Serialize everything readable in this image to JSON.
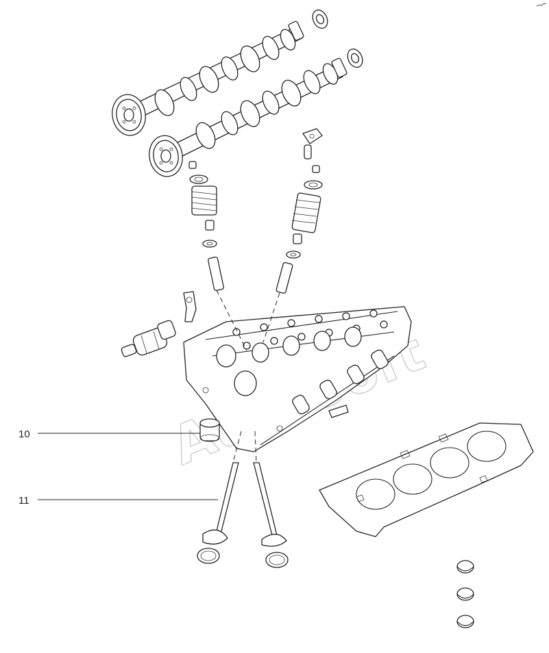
{
  "callouts": [
    {
      "label": "10",
      "part": "valve-lifter"
    },
    {
      "label": "11",
      "part": "valve"
    }
  ],
  "watermark": "AutoSoft",
  "colors": {
    "line": "#222222",
    "watermark": "#c9c9c9",
    "background": "#ffffff"
  }
}
